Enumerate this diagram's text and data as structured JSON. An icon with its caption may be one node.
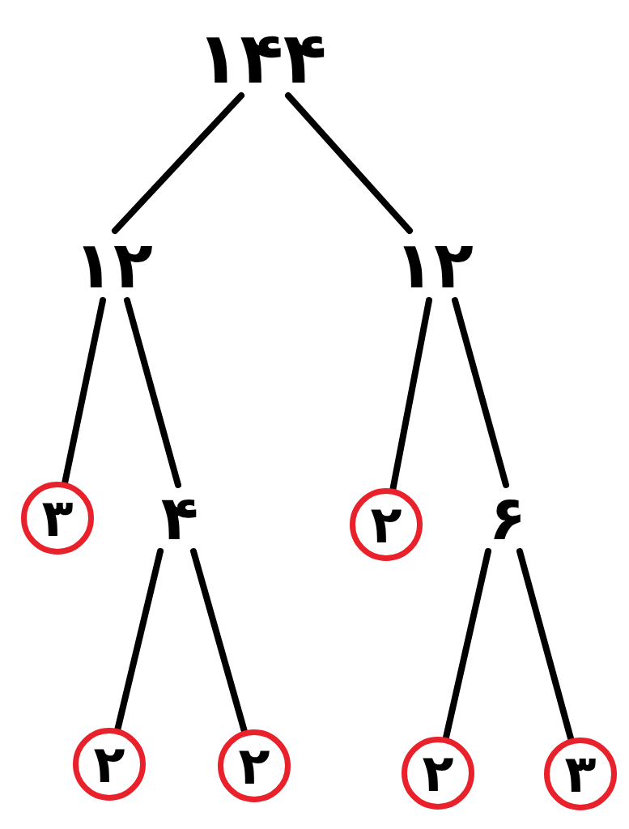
{
  "diagram": {
    "nodes": [
      {
        "text": [
          "۱۴۴"
        ]
      },
      {
        "text": [
          "۱۲"
        ]
      },
      {
        "text": [
          "۱۲"
        ]
      },
      {
        "text": [
          "۳"
        ]
      },
      {
        "text": [
          "۴"
        ]
      },
      {
        "text": [
          "۲"
        ]
      },
      {
        "text": [
          "۶"
        ]
      },
      {
        "text": [
          "۲"
        ]
      },
      {
        "text": [
          "۲"
        ]
      },
      {
        "text": [
          "۲"
        ]
      },
      {
        "text": [
          "۳"
        ]
      }
    ],
    "edges": [
      {
        "from": 0,
        "to": 1,
        "arrow": "none"
      },
      {
        "from": 0,
        "to": 2,
        "arrow": "none"
      },
      {
        "from": 1,
        "to": 3,
        "arrow": "none"
      },
      {
        "from": 1,
        "to": 4,
        "arrow": "none"
      },
      {
        "from": 2,
        "to": 5,
        "arrow": "none"
      },
      {
        "from": 2,
        "to": 6,
        "arrow": "none"
      },
      {
        "from": 4,
        "to": 7,
        "arrow": "none"
      },
      {
        "from": 4,
        "to": 8,
        "arrow": "none"
      },
      {
        "from": 6,
        "to": 9,
        "arrow": "none"
      },
      {
        "from": 6,
        "to": 10,
        "arrow": "none"
      }
    ]
  }
}
